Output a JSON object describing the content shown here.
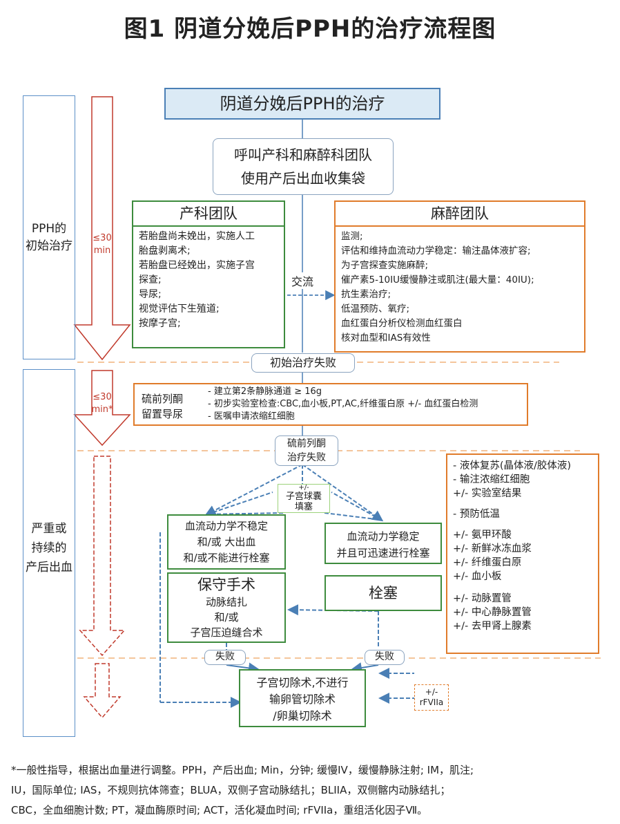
{
  "title": "图1 阴道分娩后PPH的治疗流程图",
  "phases": {
    "initial": {
      "label_lines": [
        "PPH的",
        "初始治疗"
      ],
      "time_lines": [
        "≤30",
        "min"
      ]
    },
    "second": {
      "time_lines": [
        "≤30",
        "min*"
      ]
    },
    "severe": {
      "label_lines": [
        "严重或",
        "持续的",
        "产后出血"
      ]
    }
  },
  "main_title": "阴道分娩后PPH的治疗",
  "call_team": [
    "呼叫产科和麻醉科团队",
    "使用产后出血收集袋"
  ],
  "ob_team": {
    "header": "产科团队",
    "items": [
      "若胎盘尚未娩出，实施人工",
      "胎盘剥离术;",
      "若胎盘已经娩出，实施子宫",
      "探查;",
      "导尿;",
      "视觉评估下生殖道;",
      "按摩子宫;"
    ]
  },
  "exchange": "交流",
  "anesth_team": {
    "header": "麻醉团队",
    "items": [
      "监测;",
      "评估和维持血流动力学稳定：输注晶体液扩容;",
      "为子宫探查实施麻醉;",
      "催产素5-10IU缓慢静注或肌注(最大量：40IU);",
      "抗生素治疗;",
      "低温预防、氧疗;",
      " 血红蛋白分析仪检测血红蛋白",
      " 核对血型和IAS有效性"
    ]
  },
  "initial_fail": "初始治疗失败",
  "prostaglandin": {
    "left_lines": [
      "硫前列酮",
      "留置导尿"
    ],
    "items": [
      "- 建立第2条静脉通道 ≥ 16g",
      "- 初步实验室检查:CBC,血小板,PT,AC,纤维蛋白原 +/- 血红蛋白检测",
      "- 医嘱申请浓缩红细胞"
    ]
  },
  "pg_fail": [
    "硫前列酮",
    "治疗失败"
  ],
  "balloon": [
    "+/-",
    "子宫球囊",
    "填塞"
  ],
  "unstable": [
    "血流动力学不稳定",
    "和/或 大出血",
    "和/或不能进行栓塞"
  ],
  "stable": [
    "血流动力学稳定",
    "并且可迅速进行栓塞"
  ],
  "conservative": {
    "header": "保守手术",
    "lines": [
      "动脉结扎",
      "和/或",
      "子宫压迫缝合术"
    ]
  },
  "embolization": "栓塞",
  "fail_label": "失败",
  "hysterectomy": [
    "子宫切除术,不进行",
    "输卵管切除术",
    "/卵巢切除术"
  ],
  "rfviia": [
    "+/-",
    "rFVIIa"
  ],
  "resus": {
    "items": [
      "- 液体复苏(晶体液/胶体液)",
      " - 输注浓缩红细胞",
      "+/- 实验室结果",
      "",
      " - 预防低温",
      "",
      "+/-  氨甲环酸",
      "+/-  新鲜冰冻血浆",
      "+/-  纤维蛋白原",
      "+/-  血小板",
      "",
      "+/-  动脉置管",
      "+/-  中心静脉置管",
      "+/-  去甲肾上腺素"
    ]
  },
  "footnote": [
    "*一般性指导，根据出血量进行调整。PPH，产后出血; Min，分钟;     缓慢IV，缓慢静脉注射; IM，肌注;",
    "IU，国际单位; IAS，不规则抗体筛查；BLUA，双侧子宫动脉结扎；BLIIA，双侧髂内动脉结扎；",
    "CBC，全血细胞计数; PT，凝血酶原时间; ACT，活化凝血时间; rFVIIa，重组活化因子Ⅶ。"
  ],
  "colors": {
    "green": "#3d8b3d",
    "orange": "#e07b2a",
    "blue": "#4a7fb5",
    "red": "#c0392b"
  }
}
